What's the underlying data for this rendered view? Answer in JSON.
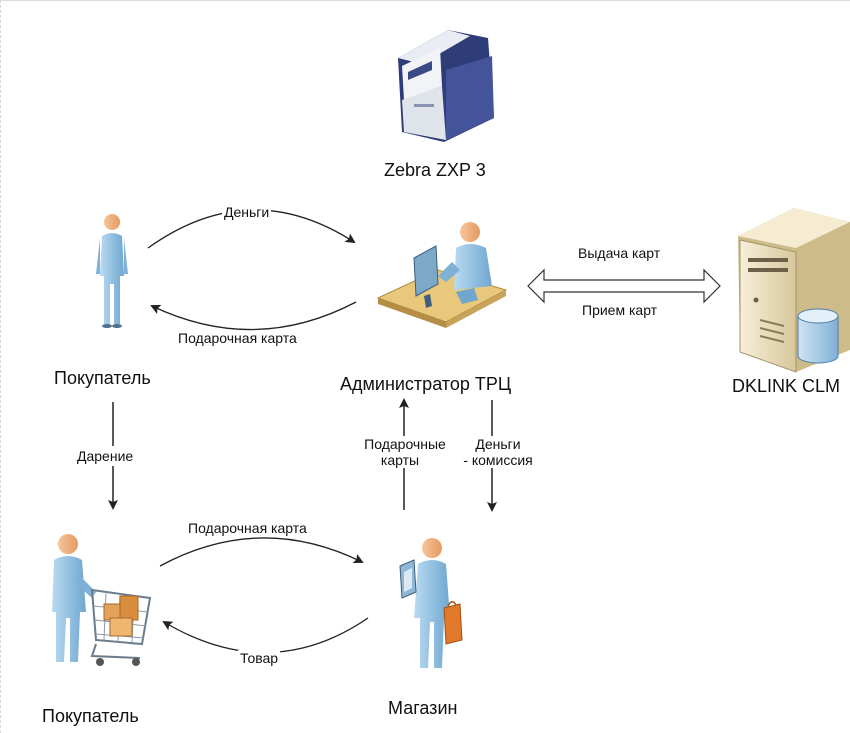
{
  "nodes": {
    "printer": {
      "label": "Zebra ZXP  3",
      "icon": "card-printer-icon"
    },
    "buyer": {
      "label": "Покупатель",
      "icon": "person-icon"
    },
    "admin": {
      "label": "Администратор ТРЦ",
      "icon": "admin-desk-icon"
    },
    "server": {
      "label": "DKLINK CLM",
      "icon": "server-database-icon"
    },
    "buyer2": {
      "label": "Покупатель",
      "icon": "shopper-cart-icon"
    },
    "shop": {
      "label": "Магазин",
      "icon": "shop-clerk-icon"
    }
  },
  "edges": {
    "money": "Деньги",
    "gift_card_top": "Подарочная карта",
    "issue_cards": "Выдача карт",
    "receive_cards": "Прием карт",
    "gifting": "Дарение",
    "gift_cards_line1": "Подарочные",
    "gift_cards_line2": "карты",
    "money_fee_line1": "Деньги",
    "money_fee_line2": "- комиссия",
    "gift_card_bottom": "Подарочная карта",
    "goods": "Товар"
  },
  "colors": {
    "person_body": "#9cc6e4",
    "skin": "#f4b183",
    "desk": "#e8c87a",
    "printer_body": "#3a4a86",
    "server_body": "#efe3c4",
    "arrow": "#222222"
  }
}
